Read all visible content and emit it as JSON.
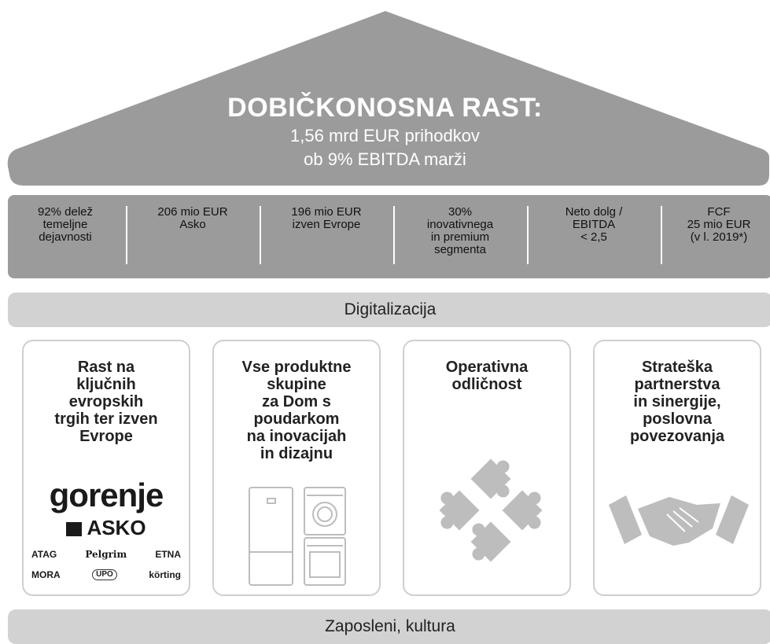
{
  "roof": {
    "title": "DOBIČKONOSNA RAST:",
    "line1": "1,56 mrd EUR prihodkov",
    "line2": "ob 9% EBITDA marži"
  },
  "kpis": [
    {
      "lines": [
        "92% delež",
        "temeljne",
        "dejavnosti"
      ]
    },
    {
      "lines": [
        "206 mio EUR",
        "Asko"
      ]
    },
    {
      "lines": [
        "196 mio EUR",
        "izven Evrope"
      ]
    },
    {
      "lines": [
        "30%",
        "inovativnega",
        "in premium",
        "segmenta"
      ]
    },
    {
      "lines": [
        "Neto dolg /",
        "EBITDA",
        "< 2,5"
      ]
    },
    {
      "lines": [
        "FCF",
        "25 mio EUR",
        "(v l. 2019*)"
      ]
    }
  ],
  "digital_band": "Digitalizacija",
  "pillars": [
    {
      "title": "Rast na\nključnih\nevropskih\ntrgih ter izven\nEvrope",
      "icon": "brand-logos"
    },
    {
      "title": "Vse produktne\nskupine\nza Dom s\npoudarkom\nna inovacijah\nin dizajnu",
      "icon": "appliances-icon"
    },
    {
      "title": "Operativna\nodličnost",
      "icon": "puzzle-icon"
    },
    {
      "title": "Strateška\npartnerstva\nin sinergije,\nposlovna\npovezovanja",
      "icon": "handshake-icon"
    }
  ],
  "brands": {
    "main": "gorenje",
    "second": "ASKO",
    "row1": [
      "ATAG",
      "Pelgrim",
      "ETNA"
    ],
    "row2": [
      "MORA",
      "UPO",
      "körting"
    ]
  },
  "staff_band": "Zaposleni, kultura",
  "colors": {
    "roof": "#9b9b9b",
    "kpi_band": "#9b9b9b",
    "bands": "#d2d2d2",
    "icons": "#bdbdbd"
  }
}
